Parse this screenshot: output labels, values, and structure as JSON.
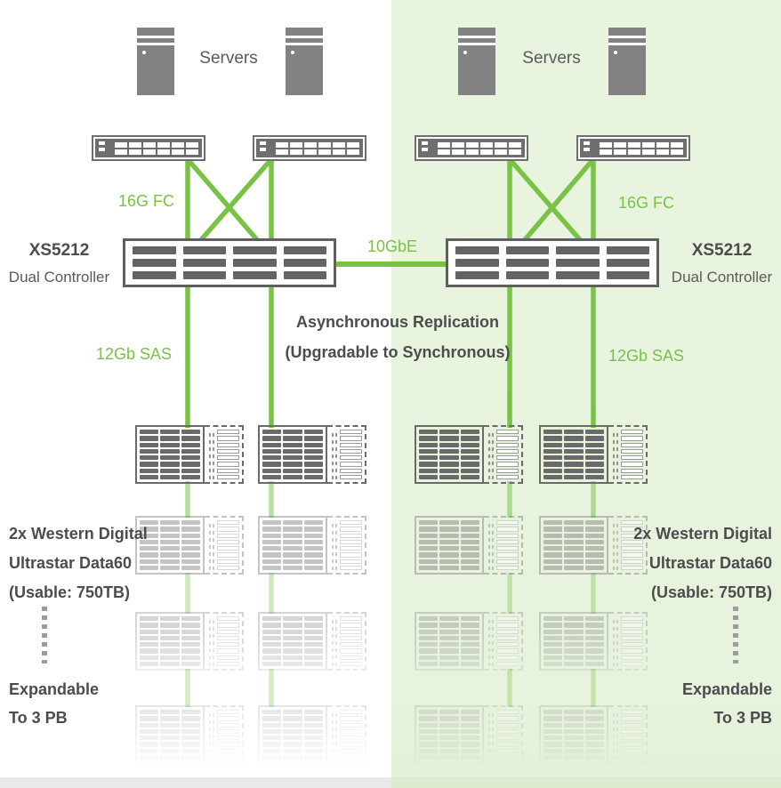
{
  "colors": {
    "accent_green": "#78c244",
    "remote_panel_green": "#e8f3de",
    "device_gray": "#6a6a6a",
    "text_dark": "#4c4c4c"
  },
  "left_site": {
    "servers_label": "Servers",
    "fc_link_label": "16G FC",
    "controller_model": "XS5212",
    "controller_type": "Dual Controller",
    "sas_link_label": "12Gb SAS",
    "storage_label_lines": [
      "2x Western Digital",
      "Ultrastar Data60",
      "(Usable: 750TB)"
    ],
    "expansion_label_lines": [
      "Expandable",
      "To 3 PB"
    ]
  },
  "right_site": {
    "servers_label": "Servers",
    "fc_link_label": "16G FC",
    "controller_model": "XS5212",
    "controller_type": "Dual Controller",
    "sas_link_label": "12Gb SAS",
    "storage_label_lines": [
      "2x Western Digital",
      "Ultrastar Data60",
      "(Usable: 750TB)"
    ],
    "expansion_label_lines": [
      "Expandable",
      "To 3 PB"
    ]
  },
  "interconnect": {
    "link_label": "10GbE",
    "replication_title": "Asynchronous Replication",
    "replication_subtitle": "(Upgradable to Synchronous)"
  }
}
